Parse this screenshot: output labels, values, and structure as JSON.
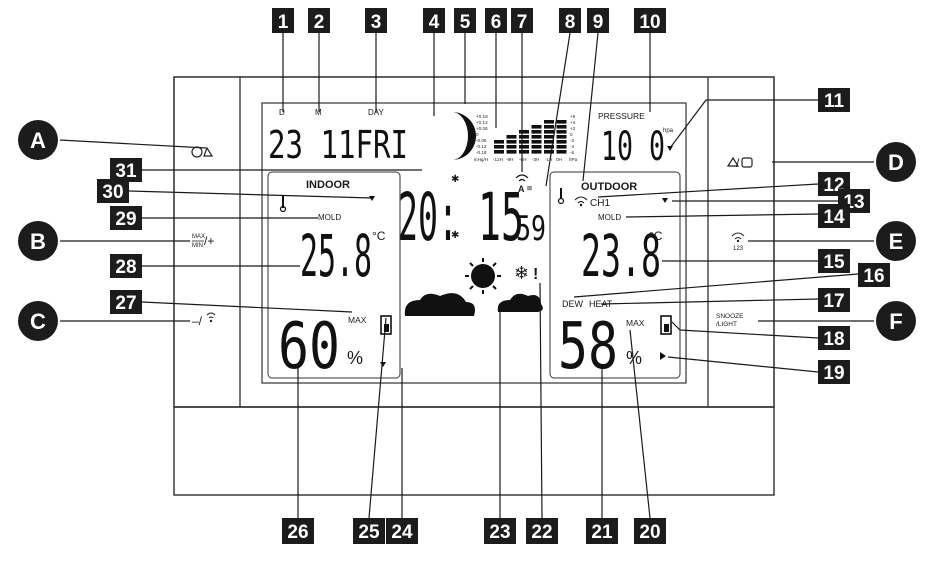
{
  "callouts_top": [
    "1",
    "2",
    "3",
    "4",
    "5",
    "6",
    "7",
    "8",
    "9",
    "10"
  ],
  "callouts_right": [
    "11",
    "12",
    "13",
    "14",
    "15",
    "16",
    "17",
    "18",
    "19"
  ],
  "callouts_left_num": [
    "31",
    "30",
    "29",
    "28",
    "27"
  ],
  "callouts_bottom": [
    "26",
    "25",
    "24",
    "23",
    "22",
    "21",
    "20"
  ],
  "callouts_letters": [
    "A",
    "B",
    "C",
    "D",
    "E",
    "F"
  ],
  "date": {
    "d_label": "D",
    "m_label": "M",
    "day_label": "DAY",
    "value": "23 11FRI"
  },
  "pressure": {
    "label": "PRESSURE",
    "value": "10 0",
    "unit": "hpa"
  },
  "trend_left": [
    "+0.18",
    "+0.12",
    "+0.06",
    "0",
    "-0.06",
    "-0.12",
    "-0.18",
    "inHg/H"
  ],
  "trend_right": [
    "+6",
    "+4",
    "+2",
    "0",
    "-2",
    "-4",
    "-6",
    "hPa"
  ],
  "trend_hours": [
    "-12H",
    "-9H",
    "-6H",
    "-3H",
    "-1H",
    "0H"
  ],
  "trend_bar_levels": [
    3,
    4,
    5,
    6,
    7,
    7
  ],
  "clock": {
    "hours": "20:",
    "minutes": "15",
    "seconds": "59",
    "dst_mark": "A"
  },
  "indoor": {
    "title": "INDOOR",
    "mold": "MOLD",
    "temp": "25.8",
    "temp_unit": "°C",
    "max": "MAX",
    "humidity": "60",
    "humidity_unit": "%"
  },
  "outdoor": {
    "title": "OUTDOOR",
    "channel": "CH1",
    "mold": "MOLD",
    "temp": "23.8",
    "temp_unit": "°C",
    "dew": "DEW",
    "heat": "HEAT",
    "max": "MAX",
    "humidity": "58",
    "humidity_unit": "%"
  },
  "buttons": {
    "b_label_top": "MAX",
    "b_label_bottom": "MIN",
    "b_plus": "/+",
    "c_label": "–/",
    "e_label": "123",
    "f_top": "SNOOZE",
    "f_bottom": "/LIGHT"
  },
  "colors": {
    "ink": "#1a1a1a",
    "frame": "#3a3a3a",
    "callout_bg": "#1c1c1c",
    "callout_text": "#ffffff"
  }
}
